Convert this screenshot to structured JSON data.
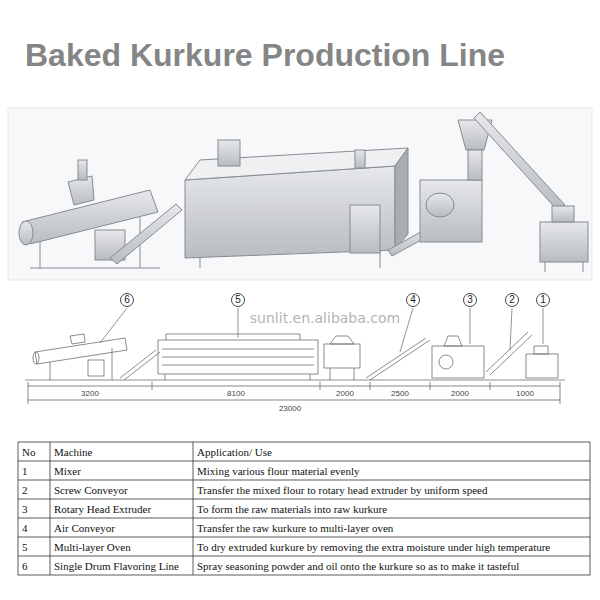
{
  "diagram": {
    "title": "Baked Kurkure Production Line",
    "nodes": [
      {
        "text": [
          "6"
        ]
      },
      {
        "text": [
          "5"
        ]
      },
      {
        "text": [
          "4"
        ]
      },
      {
        "text": [
          "3"
        ]
      },
      {
        "text": [
          "2"
        ]
      },
      {
        "text": [
          "1"
        ]
      }
    ],
    "labels": [
      "sunlit.en.alibaba.com",
      "3200",
      "8100",
      "2000",
      "2500",
      "2000",
      "1000",
      "23000",
      "No",
      "Machine",
      "Application/ Use",
      "1",
      "Mixer",
      "Mixing various flour material evenly",
      "2",
      "Screw Conveyor",
      "Transfer the mixed flour to rotary head extruder by uniform speed",
      "3",
      "Rotary Head Extruder",
      "To form the raw materials into raw kurkure",
      "4",
      "Air Conveyor",
      "Transfer the raw kurkure to multi-layer oven",
      "5",
      "Multi-layer Oven",
      "To dry extruded kurkure by removing the extra moisture under high temperature",
      "6",
      "Single Drum Flavoring Line",
      "Spray seasoning powder and oil onto the kurkure so as to make it tasteful"
    ]
  }
}
